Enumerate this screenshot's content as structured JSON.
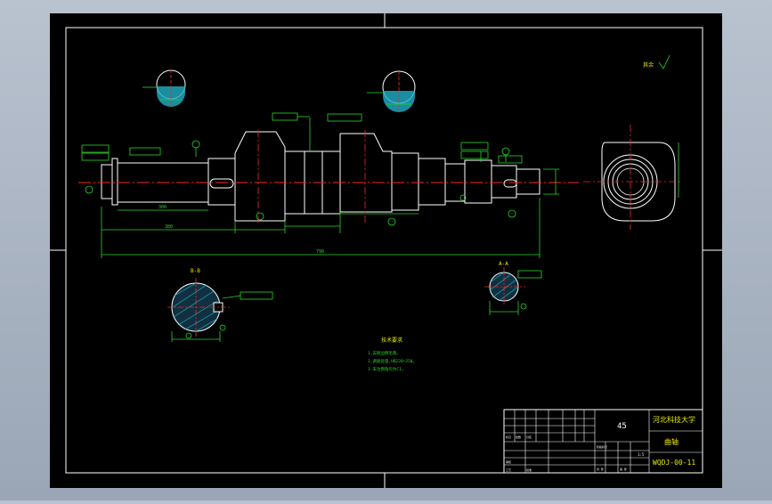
{
  "colors": {
    "sheet": "#000000",
    "frame": "#ffffff",
    "outline": "#ffffff",
    "dimension": "#27d627",
    "centerline": "#ff2222",
    "hatch": "#20b0c8",
    "annotation": "#e8e800"
  },
  "sections": {
    "bb_label": "B-B",
    "aa_label": "A-A"
  },
  "roughness": {
    "top_right": "其余"
  },
  "technical_requirements": {
    "title": "技术要求",
    "items": [
      "1.去锐边倒毛刺。",
      "2.调质处理,HB220~250。",
      "3.未注倒角均为C1。"
    ]
  },
  "dims": {
    "overall_length": "790",
    "d380": "380",
    "d300": "300"
  },
  "title_block": {
    "material": "45",
    "school": "河北科技大学",
    "part_name": "曲轴",
    "drawing_no": "WQDJ-00-11",
    "scale": "1:5"
  }
}
